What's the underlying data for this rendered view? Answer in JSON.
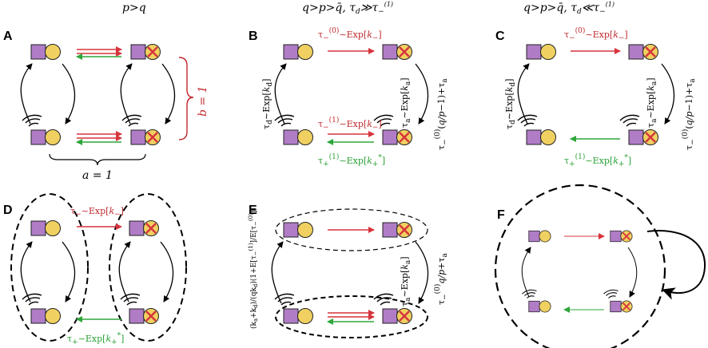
{
  "headers": [
    "p > q",
    "q > p > q̄, τ_d ≫ τ_−^(1)",
    "q > p > q̄, τ_d ≪ τ_−^(1)"
  ],
  "panels": {
    "A": {
      "letter": "A",
      "a_label": "a = 1",
      "b_label": "b = 1"
    },
    "B": {
      "letter": "B",
      "top": "τ_−^(0) ~ Exp[k_−]",
      "mid": "τ_−^(1) ~ Exp[k_−]",
      "bottom": "τ_+^(1) ~ Exp[k_+*]",
      "left": "τ_d ~ Exp[k_d]",
      "right_a": "τ_a ~ Exp[k_a]",
      "right_b": "τ_−^(0)(q/p − 1) + τ_a"
    },
    "C": {
      "letter": "C",
      "top": "τ_−^(0) ~ Exp[k_−]",
      "bottom": "τ_+^(1) ~ Exp[k_+*]",
      "left": "τ_d ~ Exp[k_d]",
      "right_a": "τ_a ~ Exp[k_a]",
      "right_b": "τ_−^(0)(q/p − 1) + τ_a"
    },
    "D": {
      "letter": "D",
      "top": "τ_− ~ Exp[k_−]",
      "bottom": "τ_+ ~ Exp[k_+*]"
    },
    "E": {
      "letter": "E",
      "left": "(k_a + k_d)/(q k_d) (1 + E[τ_−^(1)]/E[τ_−^(0)])",
      "right_a": "τ_a ~ Exp[k_a]",
      "right_b": "τ_−^(0) q/p + τ_a"
    },
    "F": {
      "letter": "F"
    }
  },
  "colors": {
    "purple": "#b07cc6",
    "yellow": "#f0d060",
    "red": "#d6343c",
    "green": "#2ea63a",
    "black": "#000000"
  },
  "icons": [
    "receptor-square",
    "ligand-circle",
    "blocked-ligand-x",
    "signal-waves"
  ]
}
